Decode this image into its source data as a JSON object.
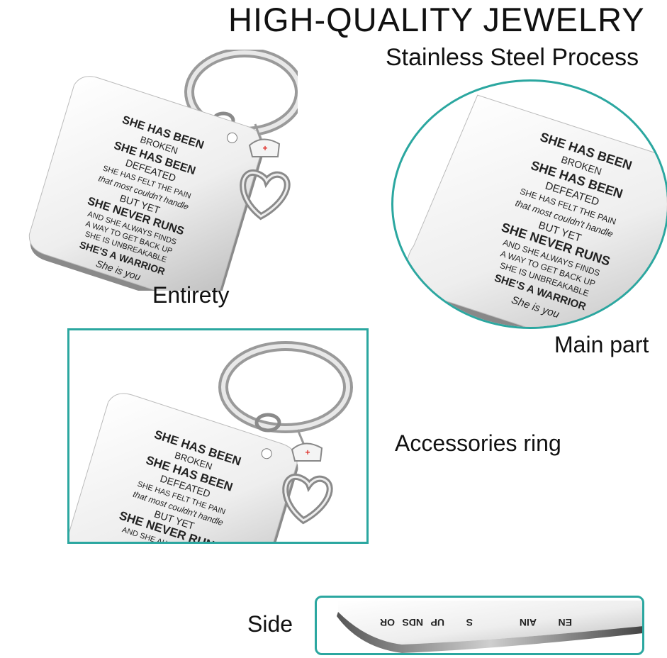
{
  "headline": "HIGH-QUALITY JEWELRY",
  "subheadline": "Stainless Steel Process",
  "labels": {
    "entirety": "Entirety",
    "main_part": "Main part",
    "accessories": "Accessories ring",
    "side": "Side"
  },
  "engraving": {
    "lines": [
      "SHE HAS BEEN",
      "BROKEN",
      "SHE HAS BEEN",
      "DEFEATED",
      "SHE HAS FELT THE PAIN",
      "that most couldn't handle",
      "BUT YET",
      "SHE NEVER RUNS",
      "AND SHE ALWAYS FINDS",
      "A WAY TO GET BACK UP",
      "SHE IS UNBREAKABLE",
      "SHE'S A WARRIOR",
      "She is you"
    ]
  },
  "colors": {
    "frame": "#2ba7a0",
    "cap_cross": "#e0322c",
    "metal_light": "#f2f2f2",
    "metal_dark": "#7d7d7d"
  },
  "icons": [
    "key-ring-icon",
    "dog-tag-icon",
    "nurse-cap-heart-charm-icon"
  ]
}
